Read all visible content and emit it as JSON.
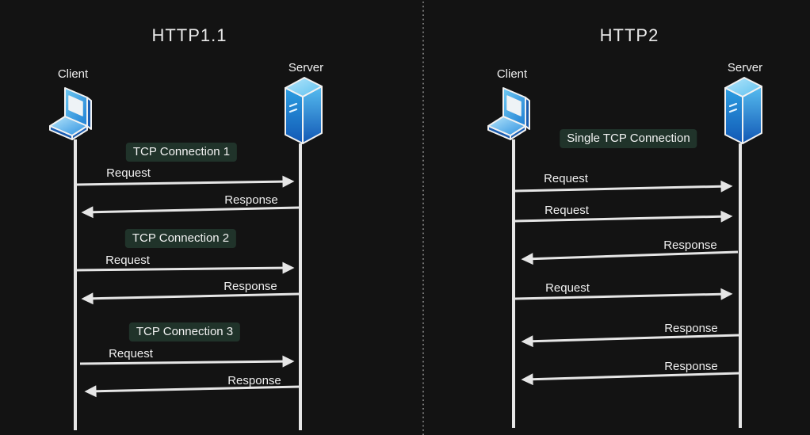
{
  "colors": {
    "background": "#131313",
    "line": "#e6e6e6",
    "badge_background": "#20332a",
    "icon_blue_light": "#66c4f0",
    "icon_blue_dark": "#1258b5"
  },
  "divider": {
    "style": "vertical-dotted"
  },
  "left": {
    "title": "HTTP1.1",
    "client_label": "Client",
    "server_label": "Server",
    "badges": [
      "TCP Connection 1",
      "TCP Connection 2",
      "TCP Connection 3"
    ],
    "messages": [
      "Request",
      "Response",
      "Request",
      "Response",
      "Request",
      "Response"
    ]
  },
  "right": {
    "title": "HTTP2",
    "client_label": "Client",
    "server_label": "Server",
    "badge": "Single TCP Connection",
    "messages": [
      "Request",
      "Request",
      "Response",
      "Request",
      "Response",
      "Response"
    ]
  }
}
